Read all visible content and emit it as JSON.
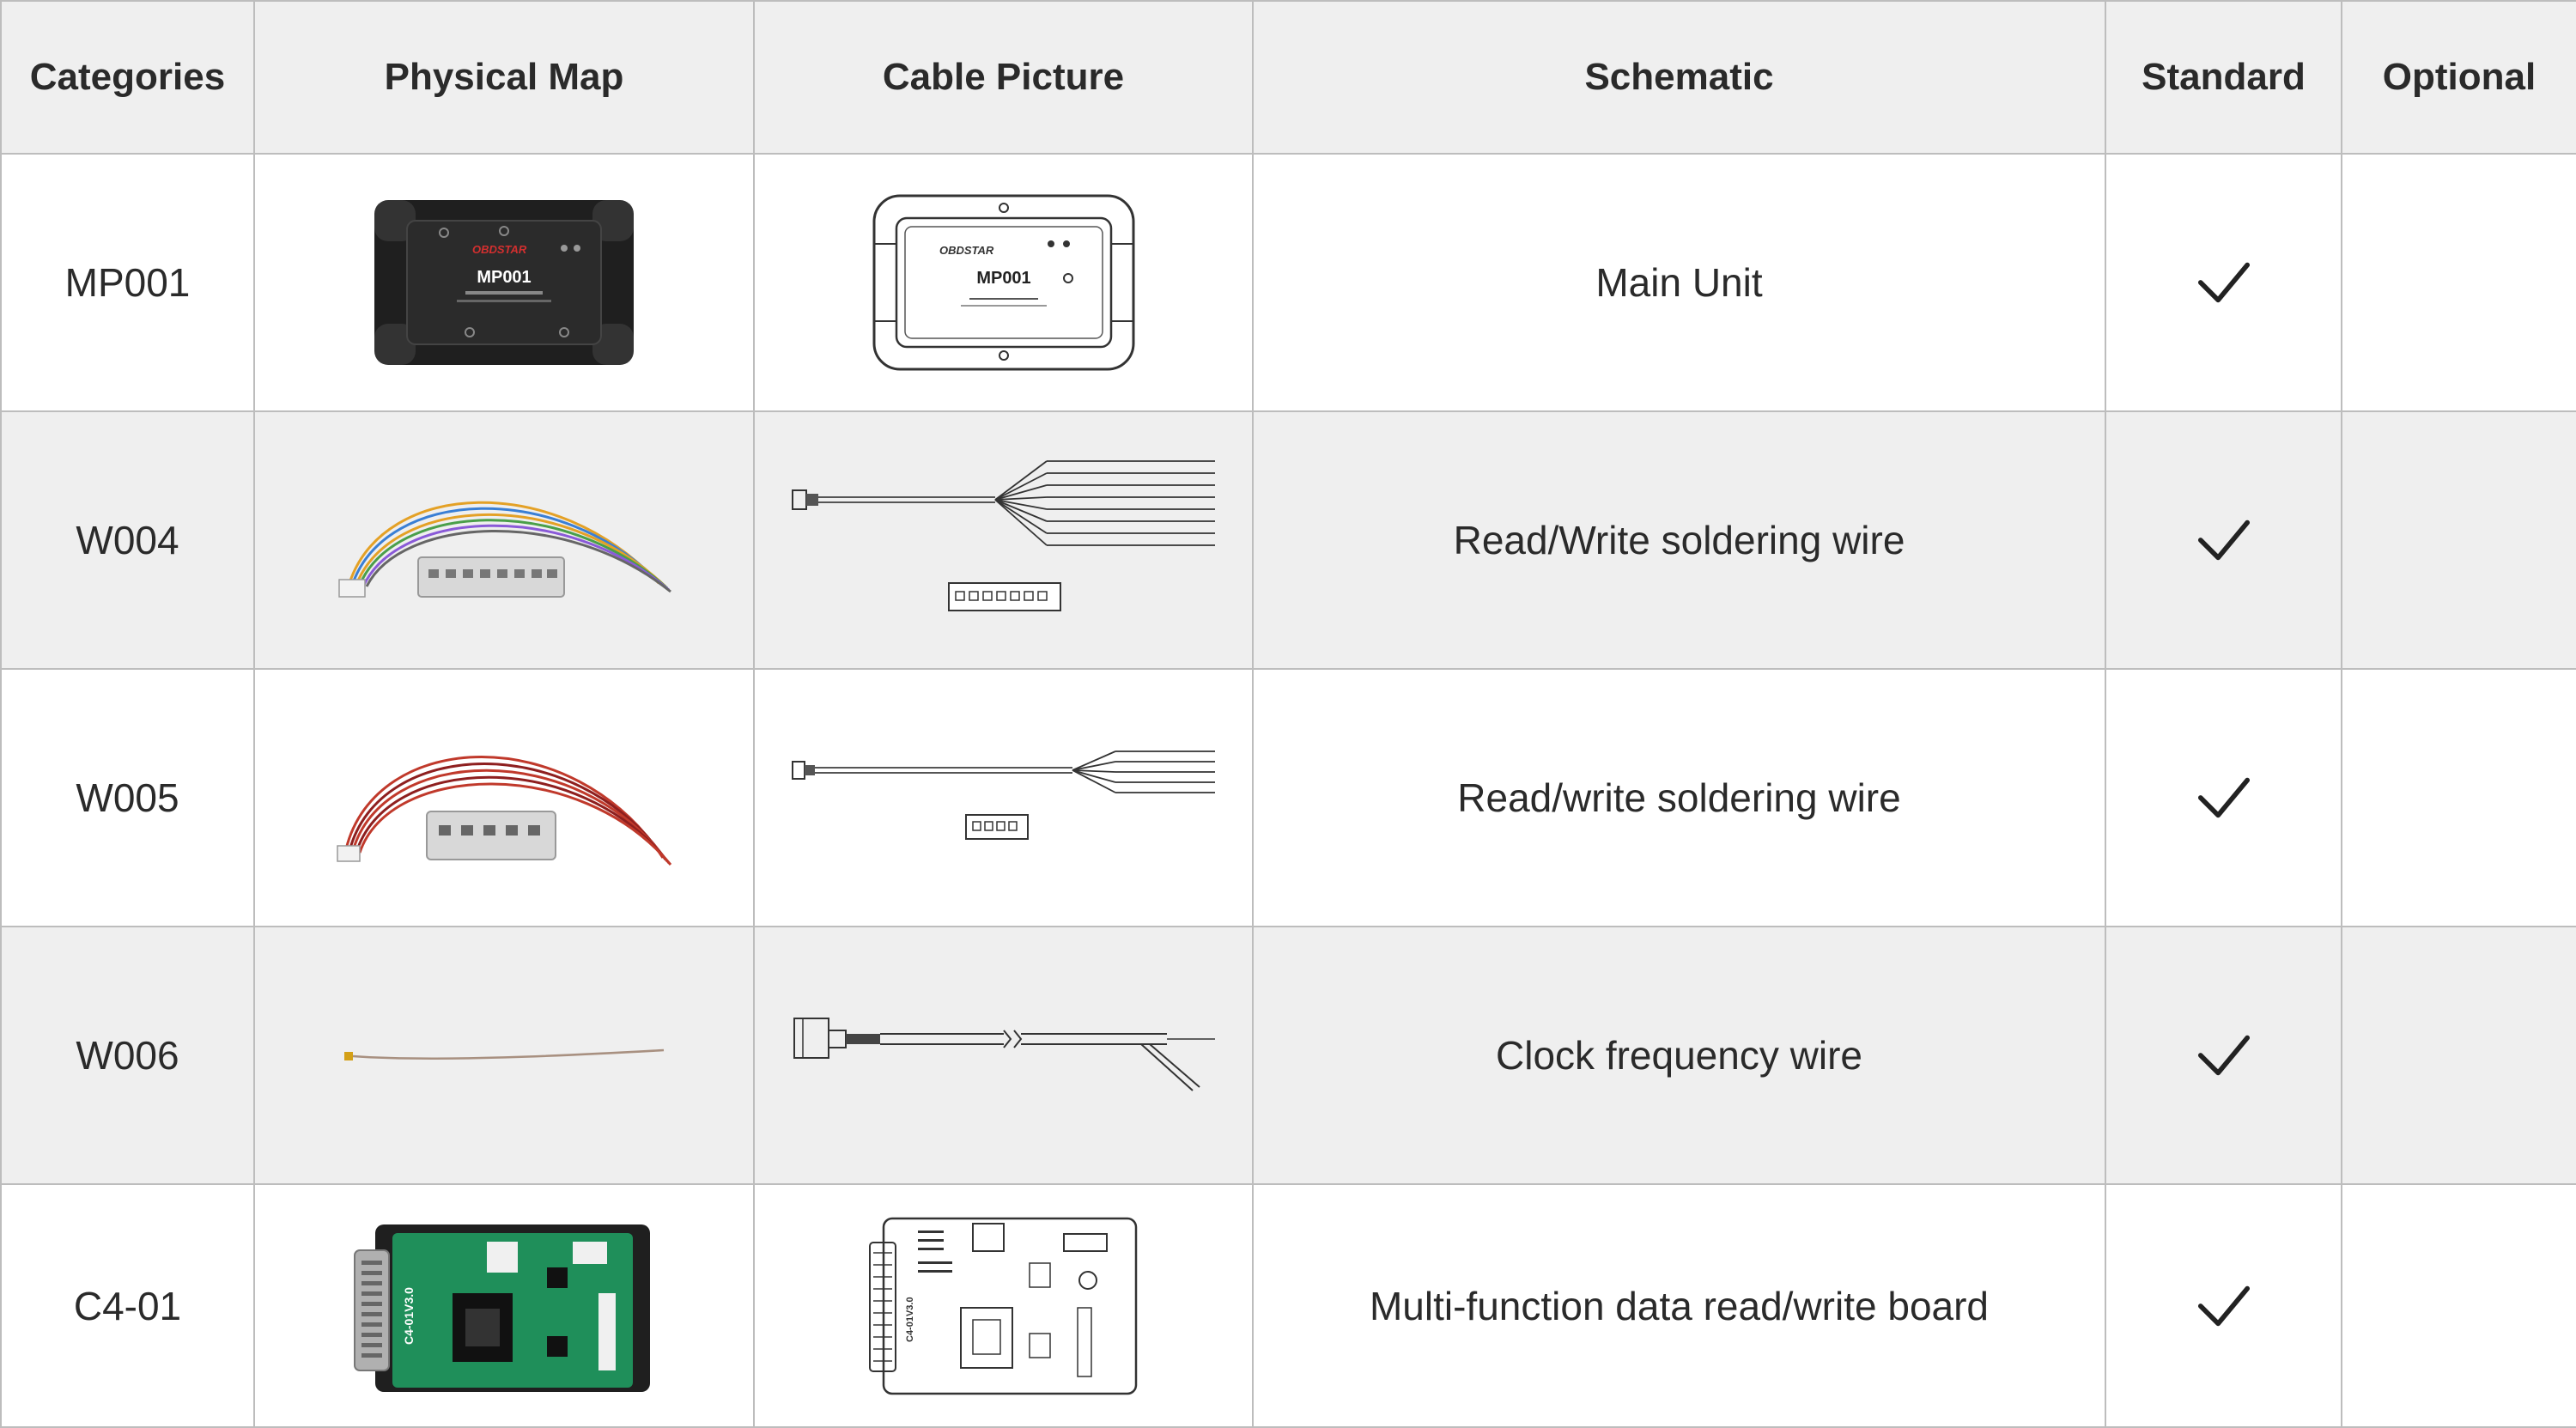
{
  "headers": {
    "categories": "Categories",
    "physical_map": "Physical Map",
    "cable_picture": "Cable Picture",
    "schematic": "Schematic",
    "standard": "Standard",
    "optional": "Optional"
  },
  "rows": [
    {
      "category": "MP001",
      "schematic": "Main Unit",
      "standard": true,
      "optional": false,
      "physical_icon": "mp001-device-photo",
      "cable_icon": "mp001-device-line-drawing",
      "device_label": "MP001",
      "brand_label": "OBDSTAR"
    },
    {
      "category": "W004",
      "schematic": "Read/Write soldering wire",
      "standard": true,
      "optional": false,
      "physical_icon": "w004-wire-photo",
      "cable_icon": "w004-wire-line-drawing"
    },
    {
      "category": "W005",
      "schematic": "Read/write soldering wire",
      "standard": true,
      "optional": false,
      "physical_icon": "w005-wire-photo",
      "cable_icon": "w005-wire-line-drawing"
    },
    {
      "category": "W006",
      "schematic": "Clock frequency wire",
      "standard": true,
      "optional": false,
      "physical_icon": "w006-wire-photo",
      "cable_icon": "w006-wire-line-drawing"
    },
    {
      "category": "C4-01",
      "schematic": "Multi-function data read/write board",
      "standard": true,
      "optional": false,
      "physical_icon": "c4-01-board-photo",
      "cable_icon": "c4-01-board-line-drawing",
      "board_label": "C4-01V3.0"
    }
  ],
  "colors": {
    "header_bg": "#efefef",
    "alt_row_bg": "#efefef",
    "grid": "#bdbdbd",
    "text": "#2a2a2a",
    "board_green": "#1f8f5a",
    "device_black": "#1f1f1f"
  }
}
